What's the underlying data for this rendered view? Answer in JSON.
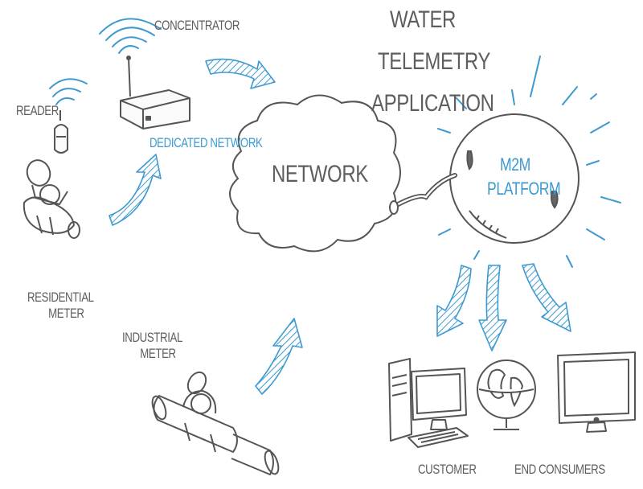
{
  "labels": {
    "concentrator": "CONCENTRATOR",
    "app_title_line1": "WATER",
    "app_title_line2": "TELEMETRY",
    "app_title_line3": "APPLICATION",
    "reader": "READER",
    "dedicated_network": "DEDICATED NETWORK",
    "network": "NETWORK",
    "platform_line1": "M2M",
    "platform_line2": "PLATFORM",
    "residential_line1": "RESIDENTIAL",
    "residential_line2": "METER",
    "industrial_line1": "INDUSTRIAL",
    "industrial_line2": "METER",
    "customer": "CUSTOMER",
    "end_consumers": "END CONSUMERS"
  },
  "colors": {
    "ink": "#555555",
    "text_gray": "#5e5e5e",
    "accent_blue": "#3d9ad1"
  }
}
